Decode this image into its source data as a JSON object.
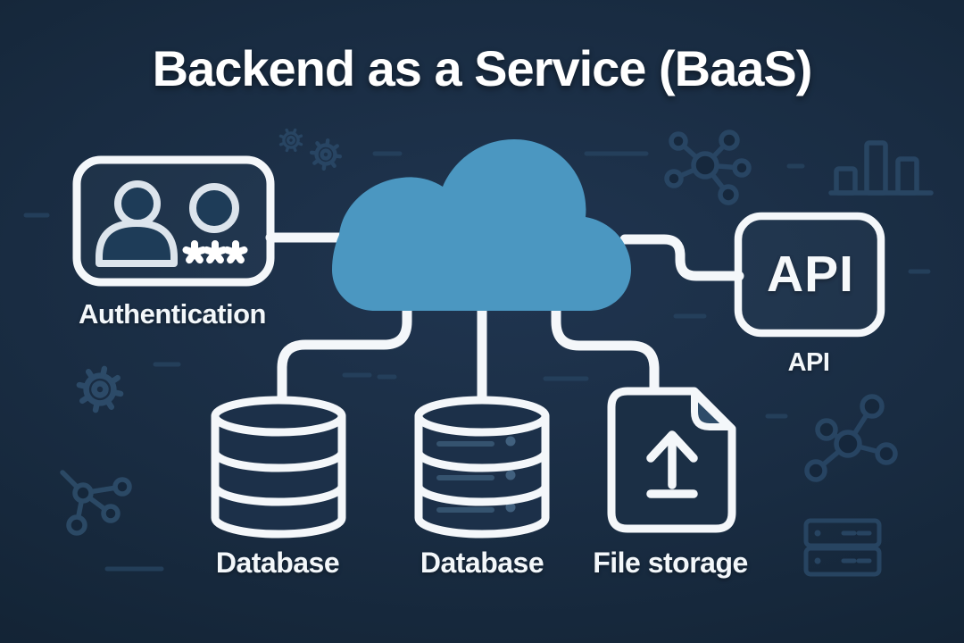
{
  "title": "Backend as a Service (BaaS)",
  "diagram": {
    "authentication": {
      "label": "Authentication",
      "password_mask": "***"
    },
    "cloud": {
      "icon": "cloud-icon"
    },
    "api": {
      "box_text": "API",
      "label": "API"
    },
    "databases": [
      {
        "label": "Database"
      },
      {
        "label": "Database"
      }
    ],
    "file_storage": {
      "label": "File storage"
    }
  },
  "colors": {
    "background_center": "#1d3148",
    "background_edge": "#0e1c2d",
    "cloud": "#4b97c1",
    "line_stroke": "#f4f7fa",
    "icon_fill": "#1e3c58",
    "icon_outline": "#dce4ec",
    "decoration": "#2b4a68"
  },
  "decorations": [
    "gear-icon",
    "gear-icon",
    "network-icon",
    "bar-chart-icon",
    "gear-icon",
    "network-icon",
    "network-icon",
    "server-rack-icon"
  ]
}
